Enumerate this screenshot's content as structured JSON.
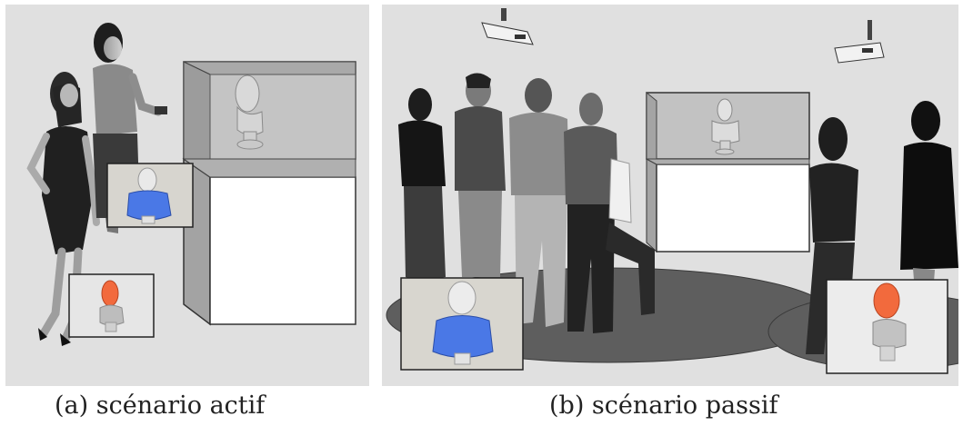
{
  "panels": [
    {
      "caption": "(a) scénario actif",
      "scene_icons": [
        "woman-figure",
        "display-case",
        "statue-bust",
        "highlighted-bust-inset",
        "highlighted-head-inset"
      ]
    },
    {
      "caption": "(b) scénario passif",
      "scene_icons": [
        "group-of-visitors",
        "ceiling-projector",
        "display-case",
        "statue-bust",
        "highlighted-bust-inset",
        "highlighted-head-inset"
      ]
    }
  ],
  "colors": {
    "background": "#e0e0e0",
    "highlight_blue": "#4a78e6",
    "highlight_orange": "#f26a3d"
  }
}
